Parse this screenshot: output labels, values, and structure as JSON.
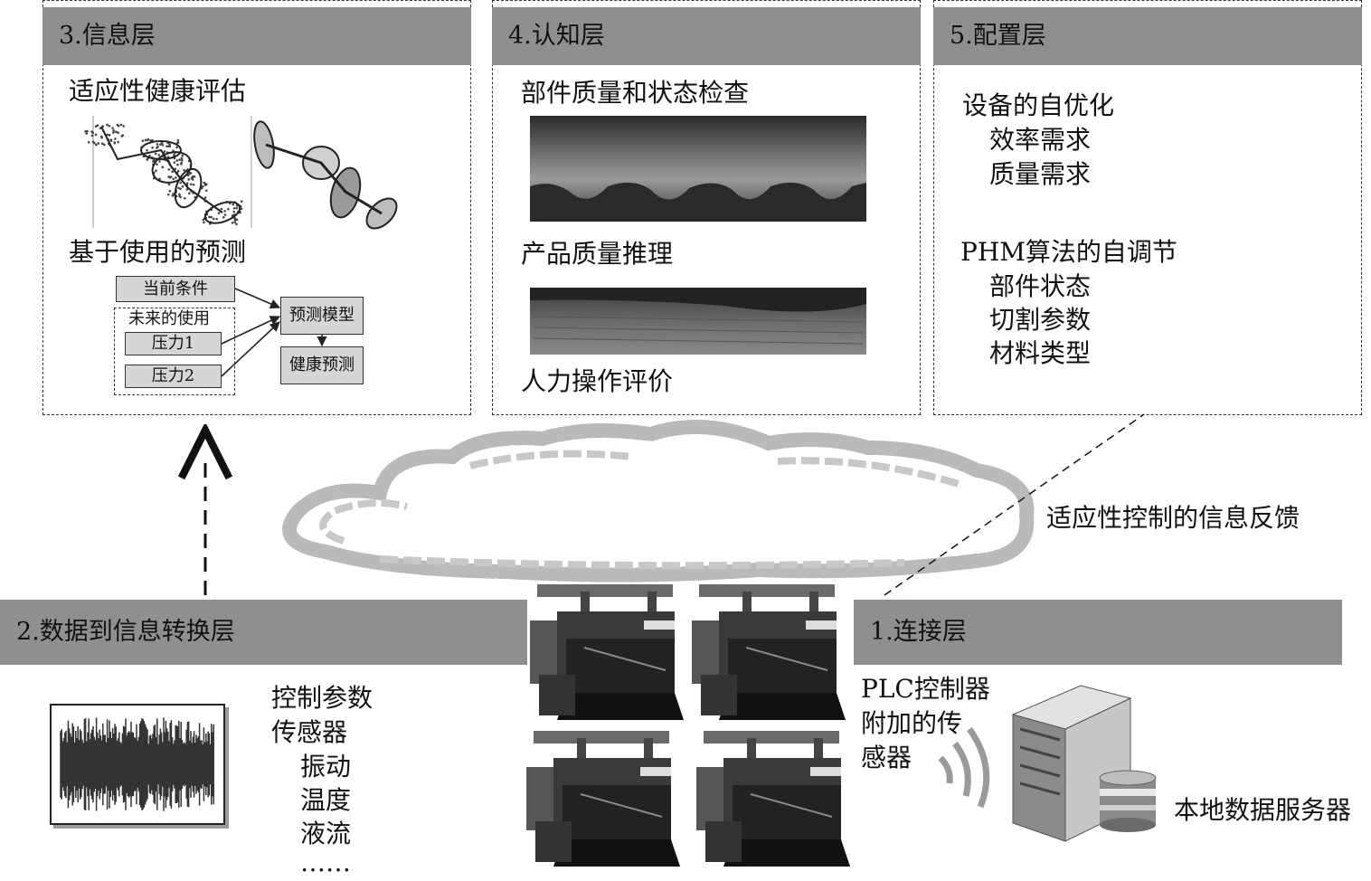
{
  "layer3": {
    "title": "3.信息层",
    "health_eval": "适应性健康评估",
    "usage_prediction": "基于使用的预测",
    "current_condition": "当前条件",
    "future_use": "未来的使用",
    "pressure1": "压力1",
    "pressure2": "压力2",
    "prediction_model": "预测模型",
    "health_prediction": "健康预测"
  },
  "layer4": {
    "title": "4.认知层",
    "part_inspection": "部件质量和状态检查",
    "product_quality": "产品质量推理",
    "human_eval": "人力操作评价"
  },
  "layer5": {
    "title": "5.配置层",
    "self_opt": "设备的自优化",
    "efficiency": "效率需求",
    "quality": "质量需求",
    "phm_tuning": "PHM算法的自调节",
    "part_state": "部件状态",
    "cut_params": "切割参数",
    "material_type": "材料类型"
  },
  "feedback_label": "适应性控制的信息反馈",
  "layer2": {
    "title": "2.数据到信息转换层",
    "control_params": "控制参数",
    "sensors": "传感器",
    "vibration": "振动",
    "temperature": "温度",
    "fluid": "液流",
    "ellipsis": "……"
  },
  "layer1": {
    "title": "1.连接层",
    "plc_line1": "PLC控制器",
    "plc_line2": "附加的传",
    "plc_line3": "感器",
    "server": "本地数据服务器"
  },
  "colors": {
    "header": "#8f8f8f",
    "box": "#d6d6d6",
    "line": "#333333"
  }
}
